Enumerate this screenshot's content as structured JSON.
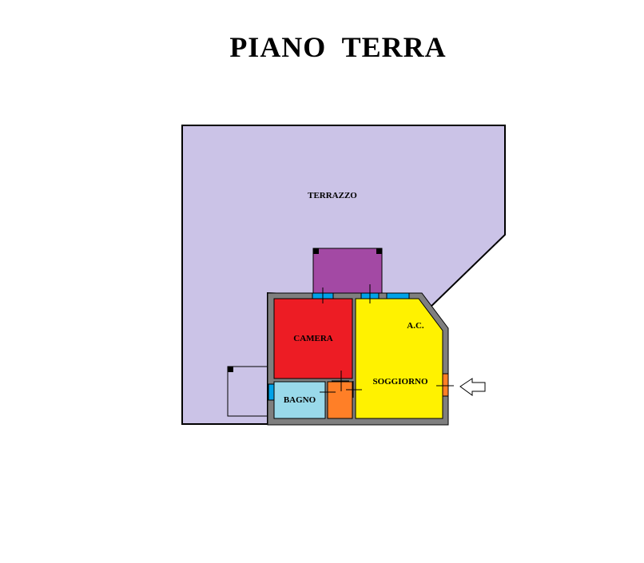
{
  "title": "PIANO  TERRA",
  "rooms": {
    "terrazzo": {
      "label": "TERRAZZO",
      "color": "#cbc3e7"
    },
    "camera": {
      "label": "CAMERA",
      "color": "#ed1c24"
    },
    "bagno": {
      "label": "BAGNO",
      "color": "#99d9ea"
    },
    "soggiorno": {
      "label": "SOGGIORNO",
      "color": "#fff200"
    },
    "ac": {
      "label": "A.C."
    },
    "porch": {
      "color": "#a349a4"
    },
    "closet": {
      "color": "#ff7f27"
    }
  },
  "colors": {
    "wall": "#7f7f7f",
    "window": "#00a2e8",
    "door": "#ff7f27",
    "outline": "#000000"
  },
  "entrance": {
    "icon": "entrance-arrow-icon"
  }
}
